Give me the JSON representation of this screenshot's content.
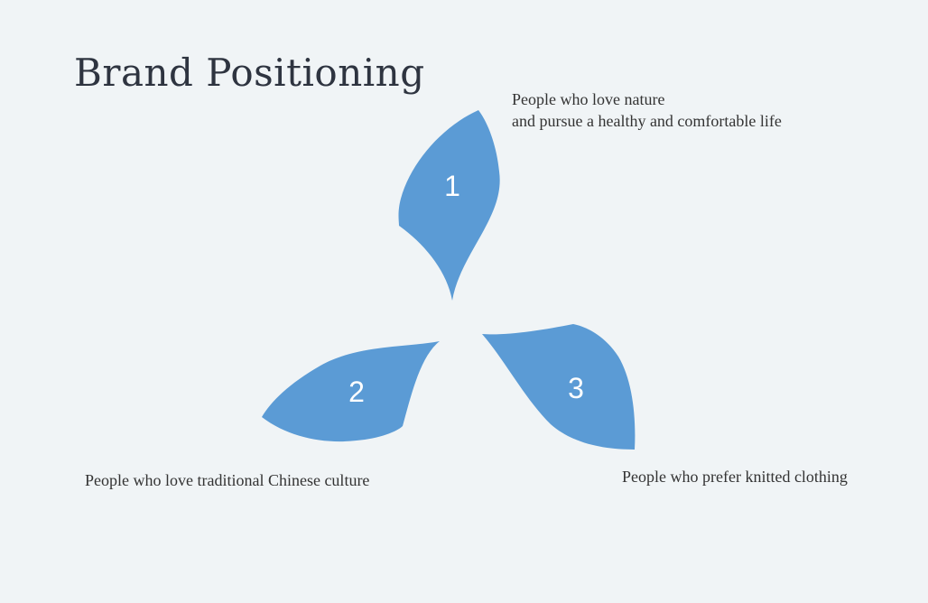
{
  "title": "Brand Positioning",
  "accent_color": "#5b9bd5",
  "items": [
    {
      "number": "1",
      "lines": [
        "People who love nature",
        "and pursue a healthy and comfortable life"
      ]
    },
    {
      "number": "2",
      "lines": [
        "People who love traditional Chinese culture"
      ]
    },
    {
      "number": "3",
      "lines": [
        "People who prefer knitted clothing"
      ]
    }
  ]
}
